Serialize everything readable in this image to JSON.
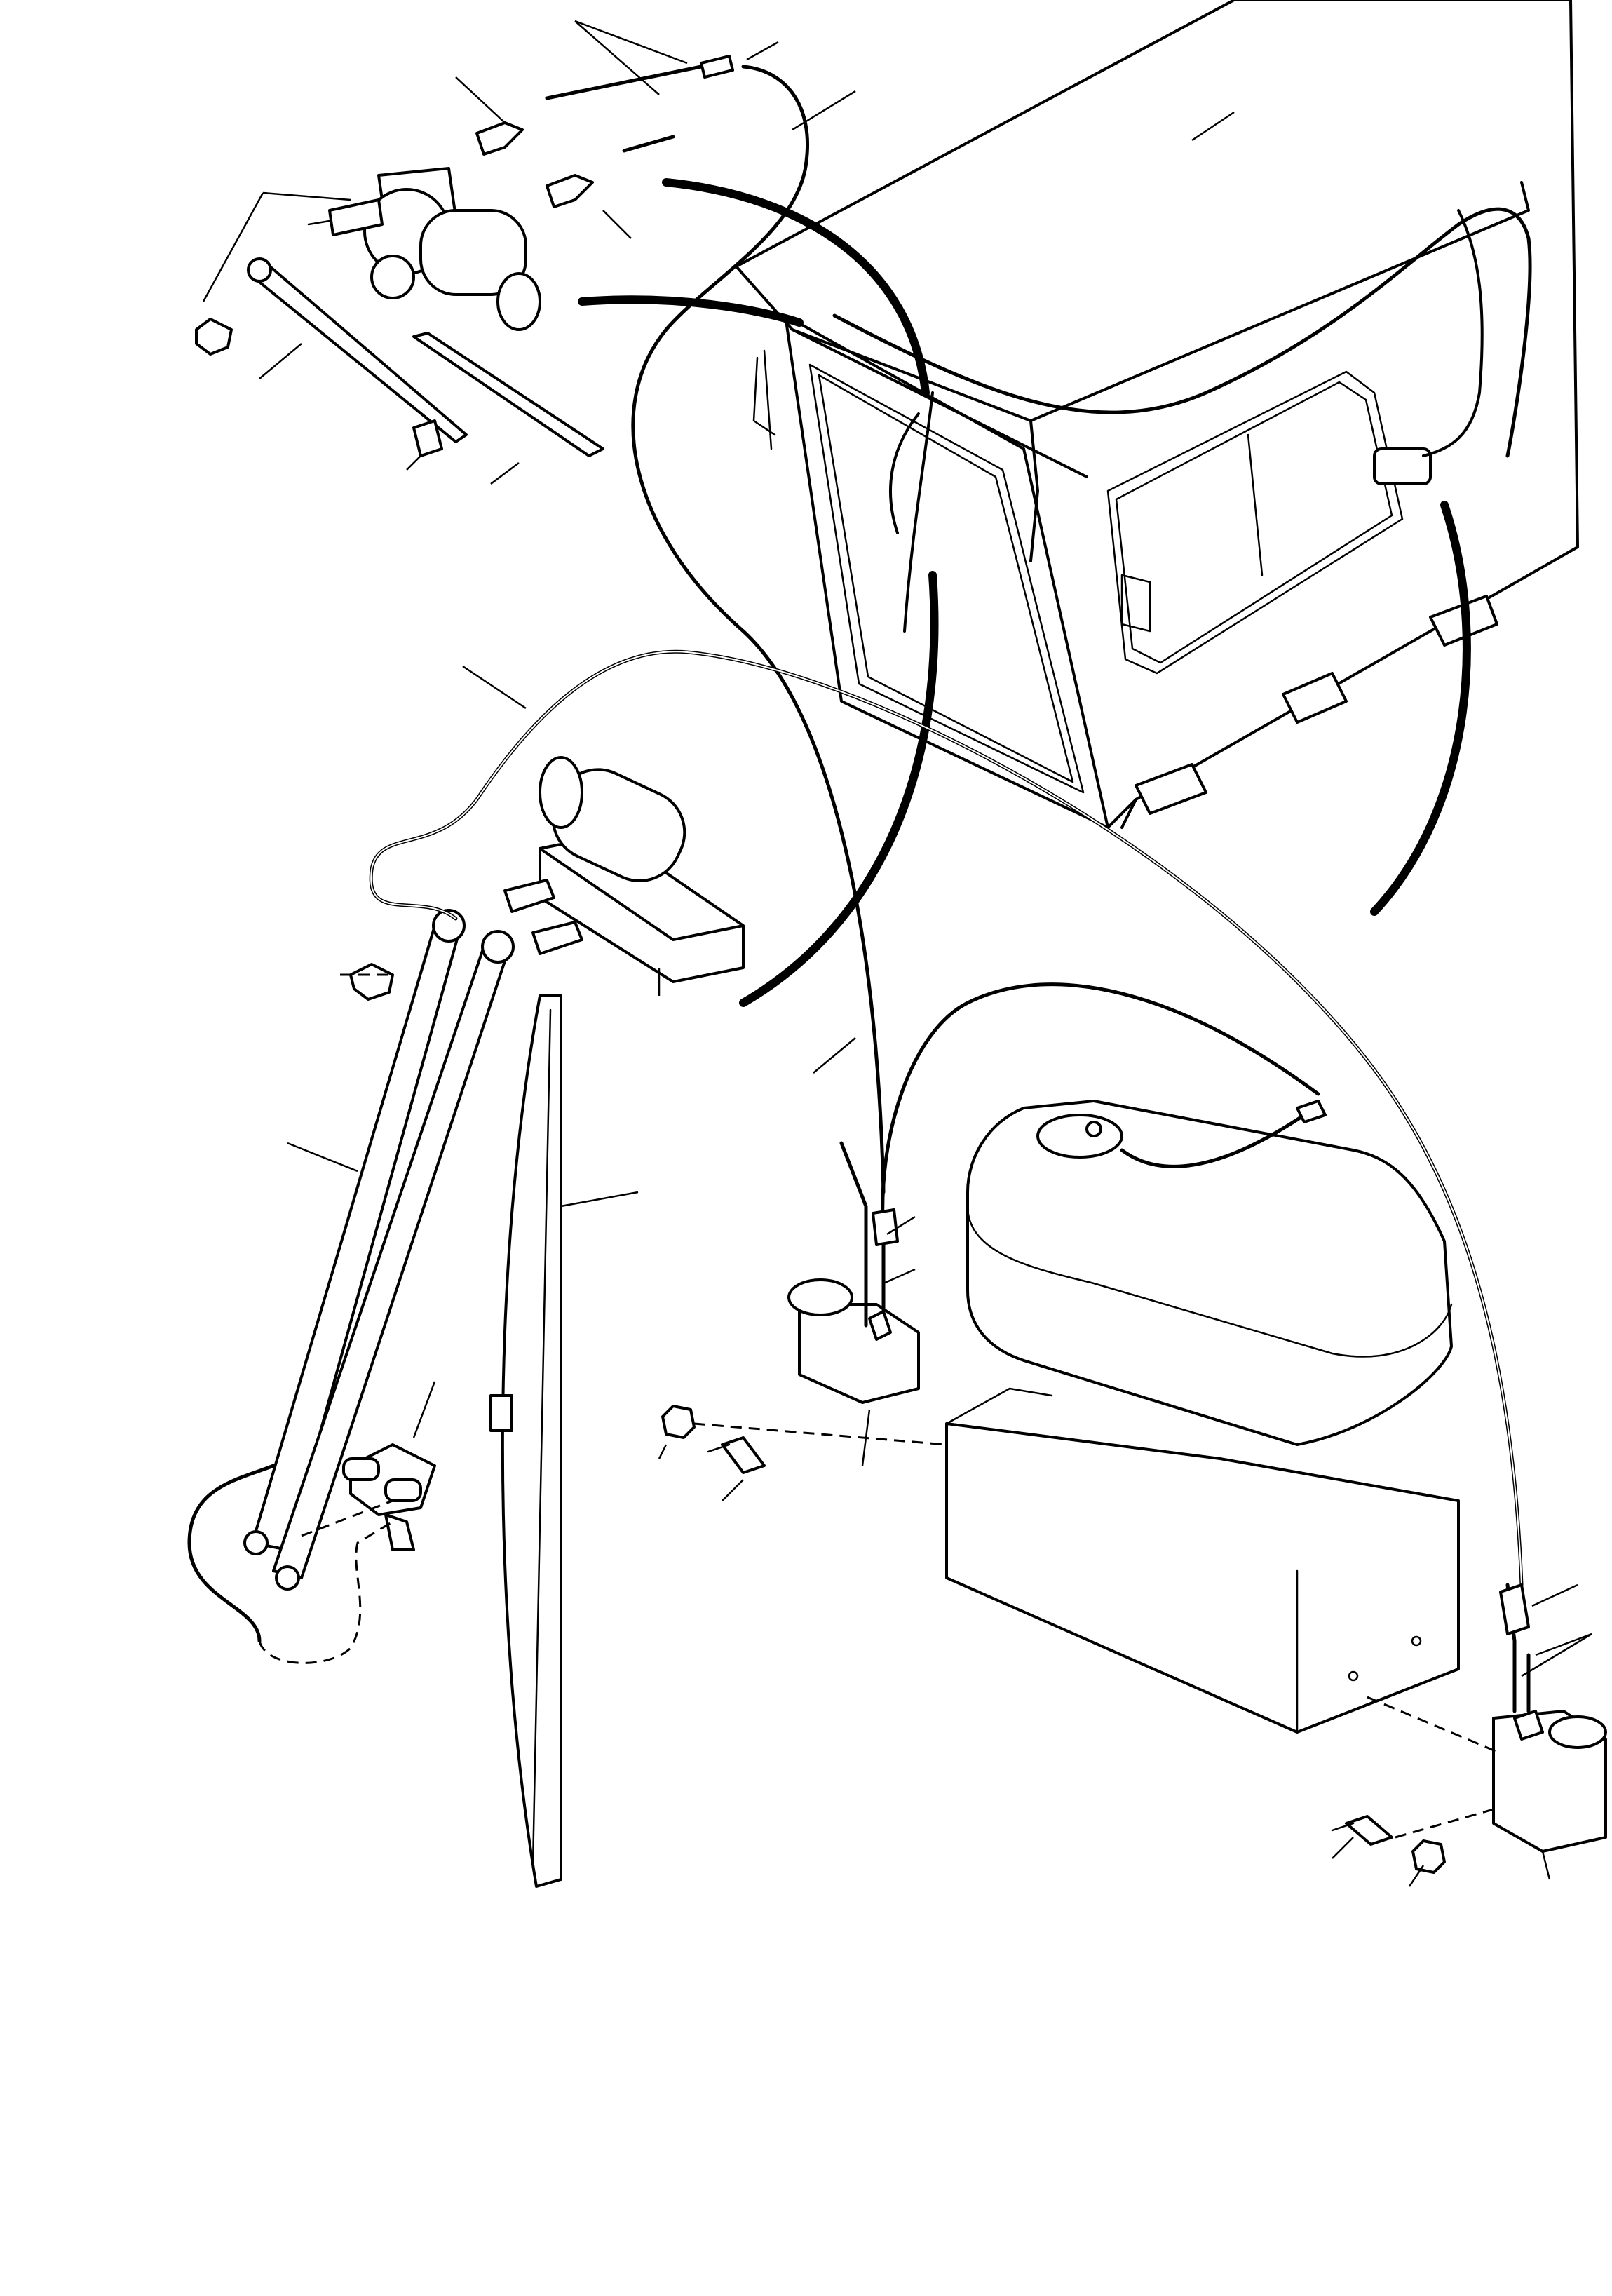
{
  "diagram": {
    "labels": [],
    "parts": [
      "cab",
      "front-wiper-motor",
      "rear-wiper-motor",
      "wiper-arm",
      "wiper-blade",
      "washer-tank",
      "washer-pump",
      "washer-nozzle",
      "washer-hose",
      "nut",
      "bolt"
    ]
  }
}
